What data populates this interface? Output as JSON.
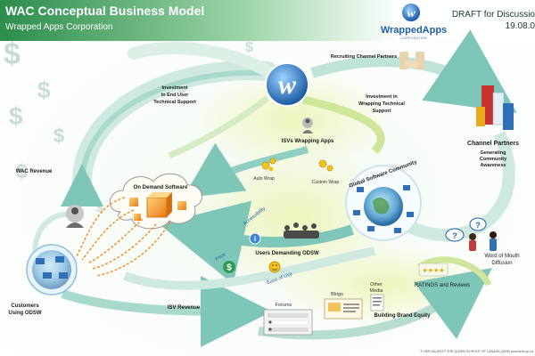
{
  "header": {
    "title": "WAC Conceptual Business Model",
    "subtitle": "Wrapped Apps Corporation",
    "logo_text": "WrappedApps",
    "logo_tagline": "CORPORATION",
    "draft_label": "DRAFT for Discussio",
    "draft_date": "19.08.0"
  },
  "labels": {
    "investment_left": [
      "Investment",
      "in End User",
      "Technical Support"
    ],
    "investment_right": [
      "Investment in",
      "Wrapping Technical",
      "Support"
    ],
    "recruiting": "Recruiting Channel Partners",
    "channel_partners": "Channel Partners",
    "generating": [
      "Generating",
      "Community",
      "Awareness"
    ],
    "wac_revenue": "WAC Revenue",
    "isvs_wrapping": "ISVs Wrapping Apps",
    "auto_wrap": "Auto Wrap",
    "custom_wrap": "Custom Wrap",
    "on_demand": "On Demand Software",
    "global_community": "Global Software Community",
    "accessibility": "Accessibility",
    "users_demanding": "Users Demanding ODSW",
    "price": "Price",
    "ease_of_use": "Ease of Use",
    "customers": [
      "Customers",
      "Using ODSW"
    ],
    "isv_revenue": "ISV Revenue",
    "forums": "Forums",
    "blogs": "Blogs",
    "other_media": [
      "Other",
      "Media"
    ],
    "ratings": "RATINGS and Reviews",
    "building_brand": "Building Brand Equity",
    "word_of_mouth": [
      "Word of Mouth",
      "Diffusion"
    ],
    "copyright": "© HER MAJESTY THE QUEEN IN RIGHT OF CANADA (2008) www.drdc.gc.ca"
  },
  "icons": {
    "logo": "wrappedapps-logo-icon",
    "dollar": "dollar-sign-icon",
    "gears": "gears-icon",
    "boxes": "software-box-icon",
    "globe": "globe-icon",
    "person": "person-icon",
    "computer": "computer-icon",
    "buildings": "buildings-icon",
    "handshake": "handshake-icon",
    "stars": "rating-stars-icon",
    "question": "question-bubble-icon",
    "crowd": "crowd-icon"
  },
  "colors": {
    "brand_green": "#2e9a53",
    "header_gradient_left": "#2c8d4c",
    "flow_teal": "#8fcfc3",
    "flow_light": "#dcefe5",
    "lime_glow": "#e2ef9e",
    "accent_blue": "#1c64a8",
    "box_orange": "#f39a1e",
    "dash_orange": "#f08b1a",
    "dollar_gray": "#c9dcd4"
  }
}
